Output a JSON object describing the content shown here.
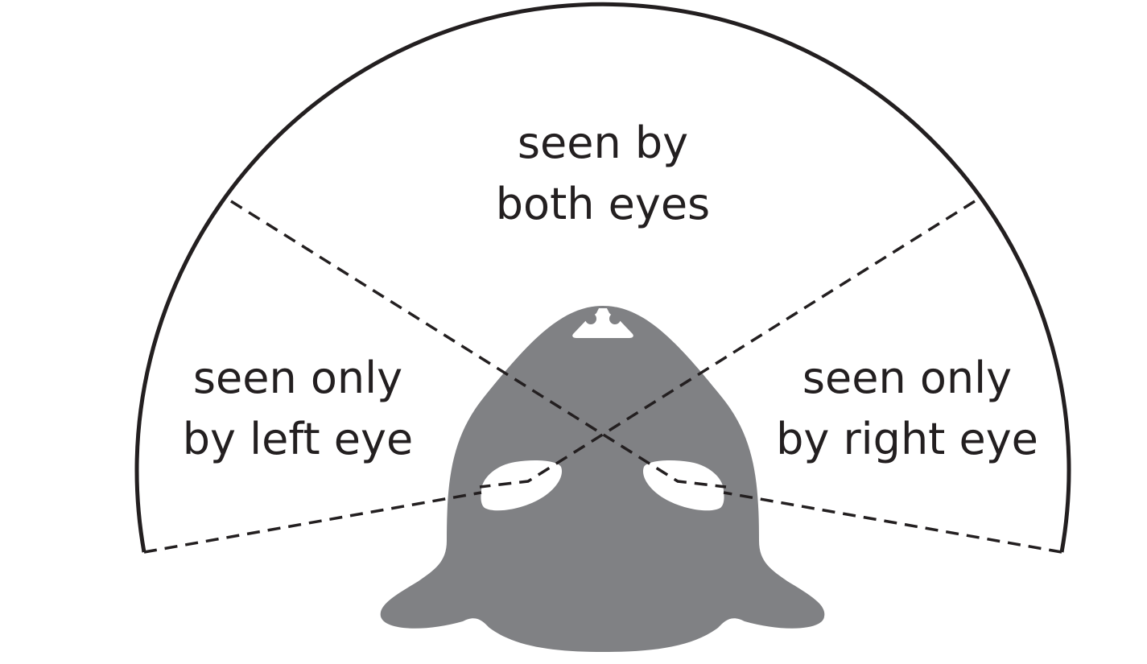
{
  "regions": {
    "both_eyes": {
      "line1": "seen by",
      "line2": "both eyes"
    },
    "left_eye_only": {
      "line1": "seen only",
      "line2": "by left eye"
    },
    "right_eye_only": {
      "line1": "seen only",
      "line2": "by right eye"
    }
  },
  "colors": {
    "outline": "#231f20",
    "head_fill": "#808184",
    "background": "#ffffff"
  }
}
